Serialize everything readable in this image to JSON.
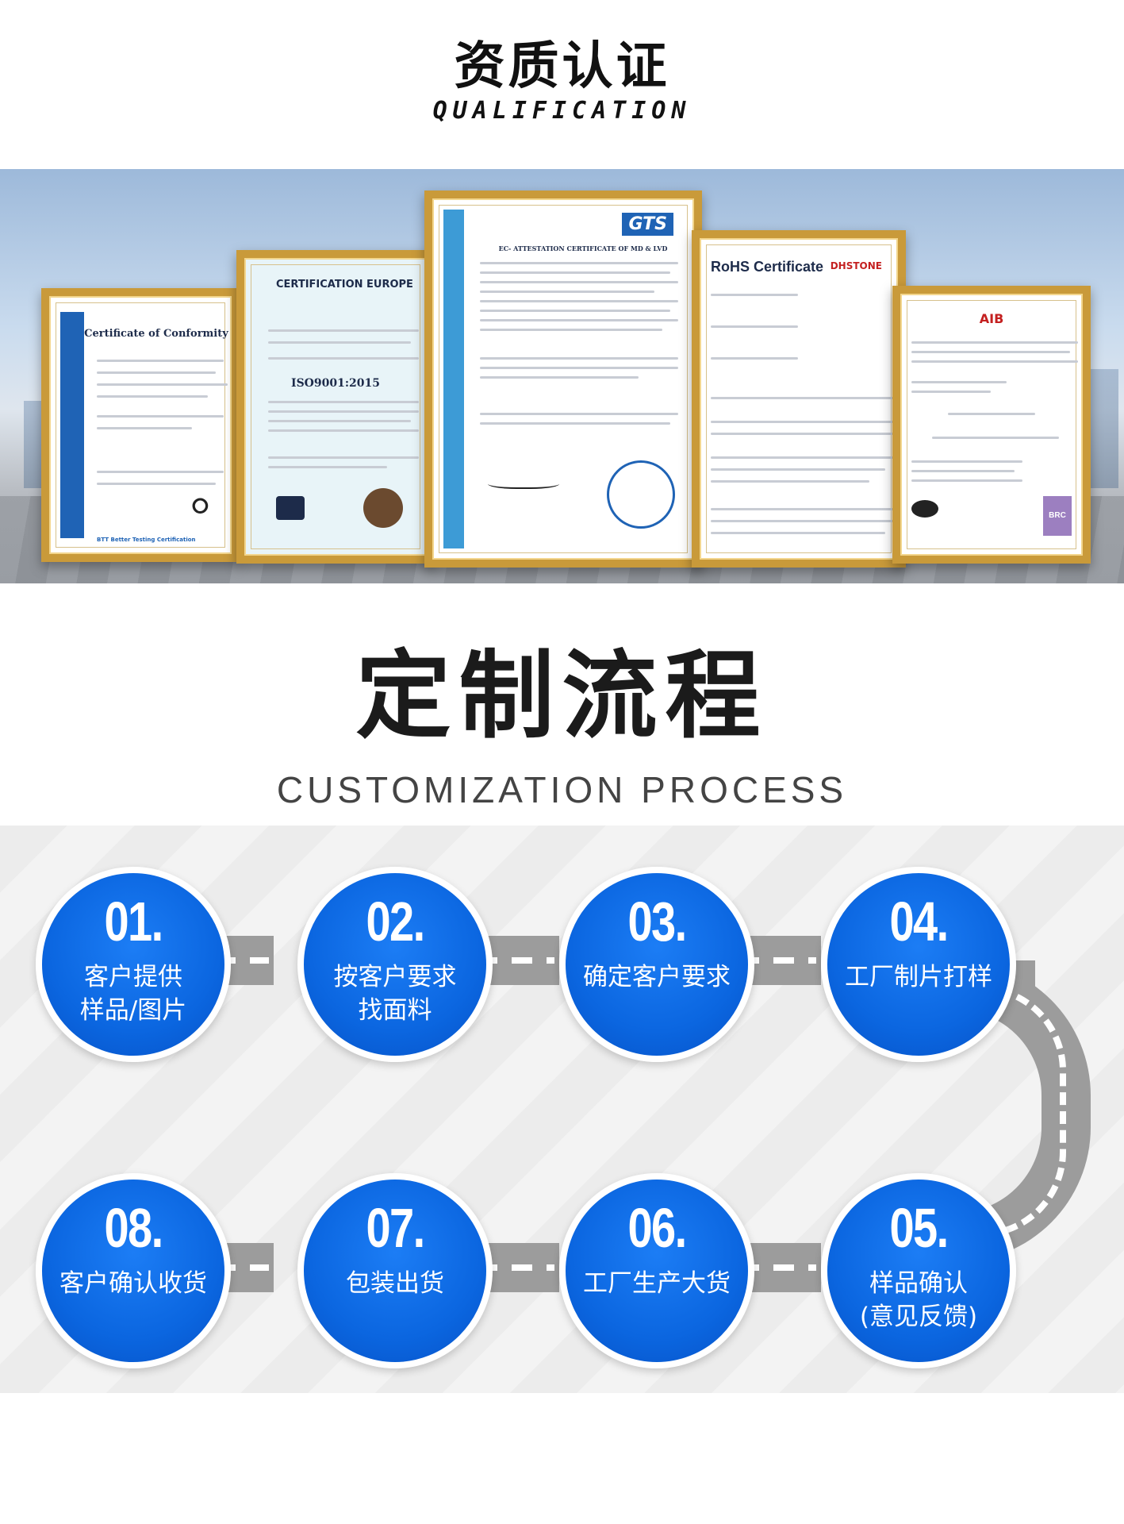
{
  "qualification": {
    "title": "资质认证",
    "subtitle": "QUALIFICATION"
  },
  "certificates": [
    {
      "title": "Certificate of Conformity",
      "brand": "BTT Better Testing Certification"
    },
    {
      "title": "ISO9001:2015",
      "brand": "CERTIFICATION EUROPE"
    },
    {
      "title": "EC- ATTESTATION CERTIFICATE OF MD & LVD",
      "brand": "GTS"
    },
    {
      "title": "RoHS Certificate",
      "brand": "DHSTONE"
    },
    {
      "title": "BRC",
      "brand": "AIB"
    }
  ],
  "process": {
    "title": "定制流程",
    "subtitle": "CUSTOMIZATION PROCESS",
    "steps": [
      {
        "num": "01.",
        "label": "客户提供样品/图片"
      },
      {
        "num": "02.",
        "label": "按客户要求找面料"
      },
      {
        "num": "03.",
        "label": "确定客户要求"
      },
      {
        "num": "04.",
        "label": "工厂制片打样"
      },
      {
        "num": "05.",
        "label": "样品确认(意见反馈)"
      },
      {
        "num": "06.",
        "label": "工厂生产大货"
      },
      {
        "num": "07.",
        "label": "包装出货"
      },
      {
        "num": "08.",
        "label": "客户确认收货"
      }
    ]
  },
  "colors": {
    "step_blue": "#0b66e0",
    "road_gray": "#9c9c9c",
    "frame_gold": "#c99a3a"
  }
}
